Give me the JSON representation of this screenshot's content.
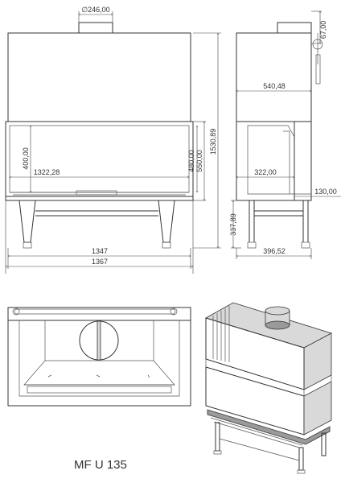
{
  "model_name": "MF U 135",
  "dimensions": {
    "flue_diameter": "∅246,00",
    "overall_height": "1530,89",
    "glass_height": "400,00",
    "glass_width": "1322,28",
    "opening_height_480": "480,00",
    "opening_height_550": "550,00",
    "width_1347": "1347",
    "width_1367": "1367",
    "flue_offset": "67,00",
    "depth_540": "540,48",
    "depth_322": "322,00",
    "side_130": "130,00",
    "leg_height": "337,89",
    "leg_depth": "396,52"
  }
}
